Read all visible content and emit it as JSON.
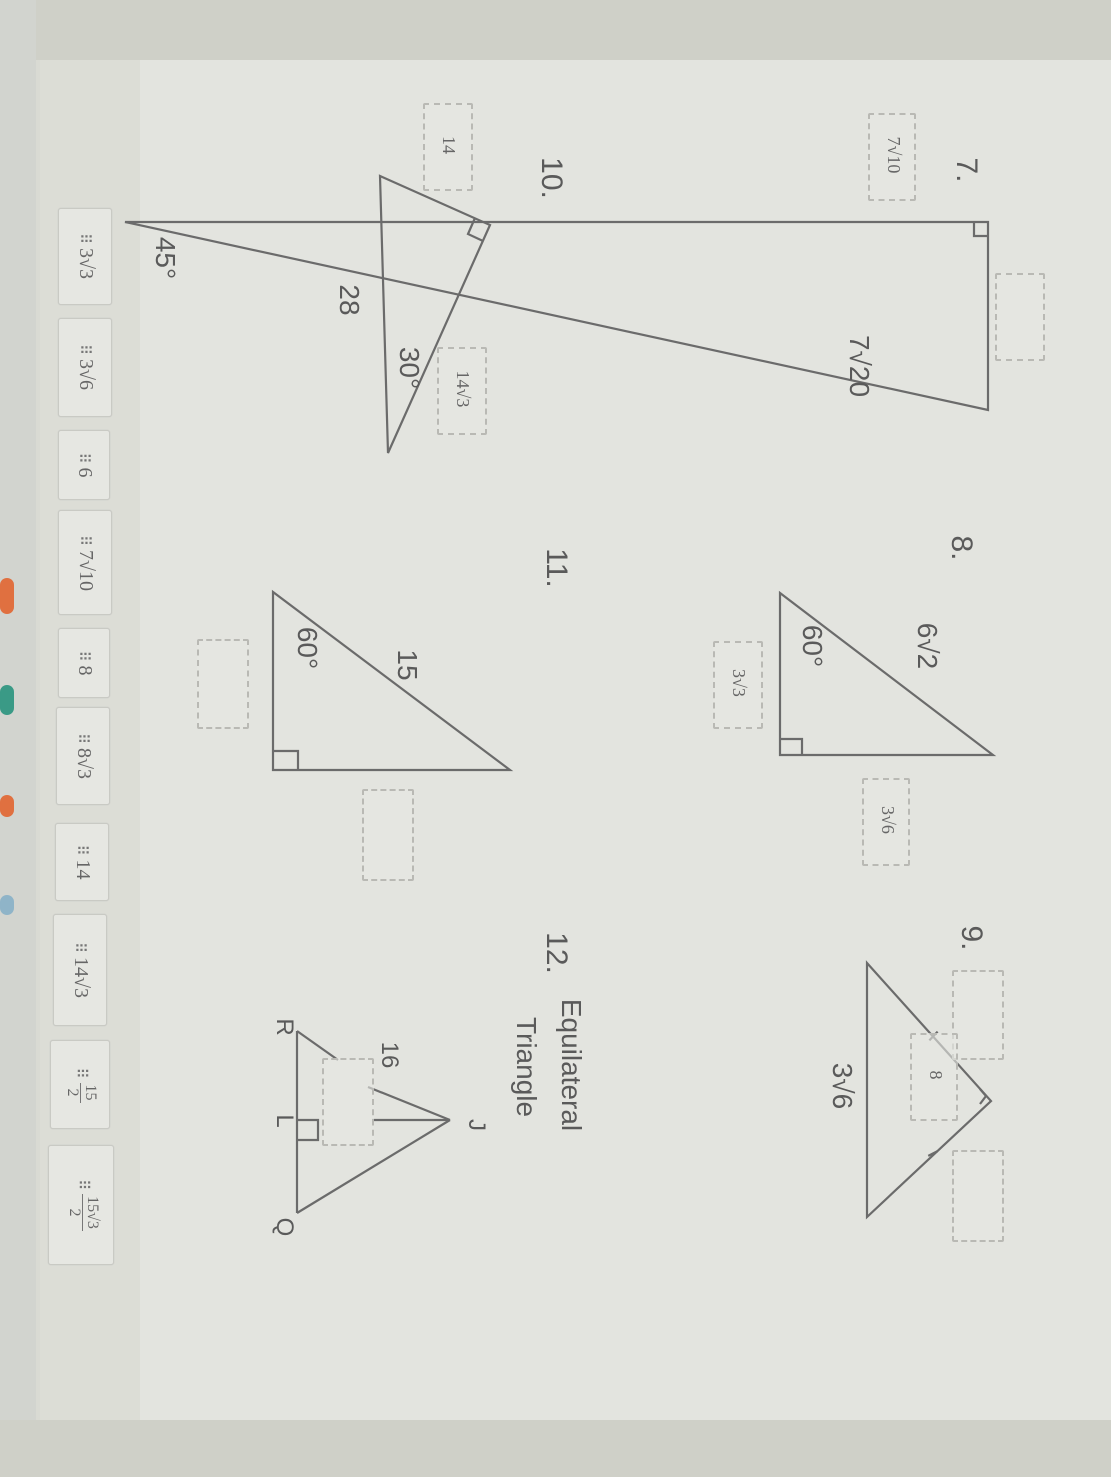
{
  "worksheet": {
    "problems": [
      {
        "number": "7.",
        "type": "45-45-90 right triangle",
        "angle_label": "45°",
        "hypotenuse_label": "7√20",
        "drop_zones": [
          {
            "position": "leg-top",
            "value": "7√10"
          },
          {
            "position": "leg-side",
            "value": ""
          }
        ]
      },
      {
        "number": "8.",
        "type": "30-60-90 right triangle",
        "angle_label": "60°",
        "hypotenuse_label": "6√2",
        "drop_zones": [
          {
            "position": "short-leg",
            "value": "3√3"
          },
          {
            "position": "long-leg",
            "value": "3√6"
          }
        ]
      },
      {
        "number": "9.",
        "type": "isosceles right triangle",
        "hypotenuse_label": "3√6",
        "drop_zones": [
          {
            "position": "leg-1",
            "value": ""
          },
          {
            "position": "leg-2",
            "value": ""
          }
        ]
      },
      {
        "number": "10.",
        "type": "30-60-90 right triangle",
        "angle_label": "30°",
        "hypotenuse_label": "28",
        "drop_zones": [
          {
            "position": "short-leg",
            "value": "14"
          },
          {
            "position": "long-leg",
            "value": "14√3"
          }
        ]
      },
      {
        "number": "11.",
        "type": "30-60-90 right triangle",
        "angle_label": "60°",
        "hypotenuse_label": "15",
        "drop_zones": [
          {
            "position": "short-leg",
            "value": ""
          },
          {
            "position": "long-leg",
            "value": ""
          }
        ]
      },
      {
        "number": "12.",
        "title_line1": "Equilateral",
        "title_line2": "Triangle",
        "side_label": "16",
        "vertex_labels": {
          "top": "J",
          "left": "R",
          "foot": "L",
          "right": "Q"
        },
        "drop_zones": [
          {
            "position": "altitude",
            "value": ""
          },
          {
            "position": "half-base",
            "value": "8"
          }
        ]
      }
    ]
  },
  "answer_bank": {
    "grip_icon": "⠿",
    "chips": [
      {
        "label": "3√3"
      },
      {
        "label": "3√6"
      },
      {
        "label": "6"
      },
      {
        "label": "7√10"
      },
      {
        "label": "8"
      },
      {
        "label": "8√3"
      },
      {
        "label": "14"
      },
      {
        "label": "14√3"
      },
      {
        "label": "15/2",
        "num": "15",
        "den": "2"
      },
      {
        "label": "15√3/2",
        "num": "15√3",
        "den": "2"
      }
    ]
  },
  "colors": {
    "page_bg": "#e3e4df",
    "line": "#6b6b6b",
    "dashed": "#b9b9b4",
    "edge_orange": "#e07040",
    "edge_teal": "#3a9a86"
  }
}
